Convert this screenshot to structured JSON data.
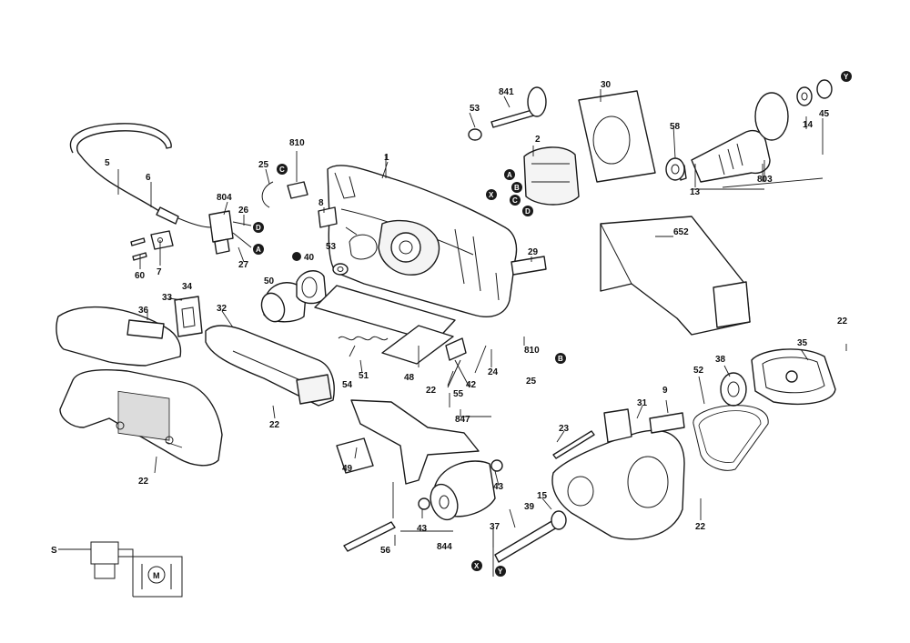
{
  "diagram": {
    "callouts": {
      "p1": "1",
      "p2": "2",
      "p5": "5",
      "p6": "6",
      "p7": "7",
      "p8": "8",
      "p9": "9",
      "p13": "13",
      "p14": "14",
      "p15": "15",
      "p22a": "22",
      "p22b": "22",
      "p22c": "22",
      "p22d": "22",
      "p22e": "22",
      "p23": "23",
      "p24": "24",
      "p25a": "25",
      "p25b": "25",
      "p26": "26",
      "p27": "27",
      "p29": "29",
      "p30": "30",
      "p31": "31",
      "p32": "32",
      "p33": "33",
      "p34": "34",
      "p35": "35",
      "p36": "36",
      "p37": "37",
      "p38": "38",
      "p39": "39",
      "p40": "40",
      "p42": "42",
      "p43a": "43",
      "p43b": "43",
      "p45": "45",
      "p49": "49",
      "p50": "50",
      "p51": "51",
      "p52": "52",
      "p53a": "53",
      "p53b": "53",
      "p54": "54",
      "p55": "55",
      "p56": "56",
      "p58": "58",
      "p60": "60",
      "p652": "652",
      "p803": "803",
      "p804": "804",
      "p810a": "810",
      "p810b": "810",
      "p841": "841",
      "p844": "844",
      "p847": "847",
      "p48": "48"
    },
    "refs": {
      "A1": "A",
      "A2": "A",
      "B1": "B",
      "B2": "B",
      "C1": "C",
      "C2": "C",
      "D1": "D",
      "D2": "D",
      "X1": "X",
      "X2": "X",
      "Y1": "Y",
      "Y2": "Y"
    },
    "schematic": {
      "supply": "S",
      "motor": "M"
    }
  }
}
